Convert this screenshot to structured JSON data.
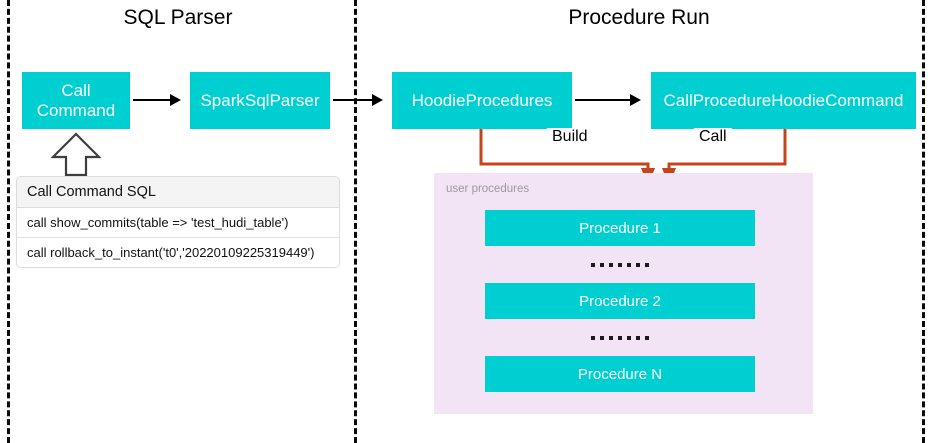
{
  "sections": {
    "left": {
      "title": "SQL Parser"
    },
    "right": {
      "title": "Procedure Run"
    }
  },
  "nodes": {
    "call_command": "Call\nCommand",
    "spark_sql_parser": "SparkSqlParser",
    "hoodie_procedures": "HoodieProcedures",
    "call_procedure_hoodie_command": "CallProcedureHoodieCommand"
  },
  "edges": {
    "build_label": "Build",
    "call_label": "Call"
  },
  "sql_card": {
    "header": "Call Command SQL",
    "rows": [
      "call show_commits(table => 'test_hudi_table')",
      "call rollback_to_instant('t0','20220109225319449')"
    ]
  },
  "procedures_panel": {
    "caption": "user procedures",
    "items": [
      "Procedure 1",
      "Procedure 2",
      "Procedure N"
    ],
    "ellipsis_dot_count": 7
  },
  "colors": {
    "node_teal": "#00CFD1",
    "panel_lavender": "#F2E4F5",
    "edge_orange": "#C4451C",
    "arrow_black": "#000000",
    "caption_gray": "#9A9A9A"
  }
}
